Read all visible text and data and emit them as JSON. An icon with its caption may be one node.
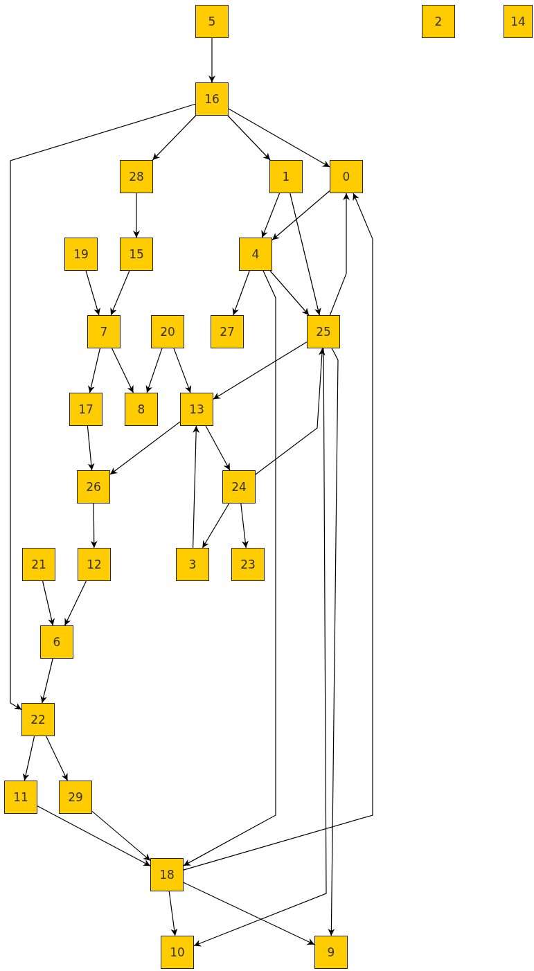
{
  "diagram": {
    "nodes": [
      {
        "text": [
          "5"
        ]
      },
      {
        "text": [
          "2"
        ]
      },
      {
        "text": [
          "14"
        ]
      },
      {
        "text": [
          "16"
        ]
      },
      {
        "text": [
          "28"
        ]
      },
      {
        "text": [
          "1"
        ]
      },
      {
        "text": [
          "0"
        ]
      },
      {
        "text": [
          "19"
        ]
      },
      {
        "text": [
          "15"
        ]
      },
      {
        "text": [
          "4"
        ]
      },
      {
        "text": [
          "7"
        ]
      },
      {
        "text": [
          "20"
        ]
      },
      {
        "text": [
          "27"
        ]
      },
      {
        "text": [
          "25"
        ]
      },
      {
        "text": [
          "17"
        ]
      },
      {
        "text": [
          "8"
        ]
      },
      {
        "text": [
          "13"
        ]
      },
      {
        "text": [
          "26"
        ]
      },
      {
        "text": [
          "24"
        ]
      },
      {
        "text": [
          "21"
        ]
      },
      {
        "text": [
          "12"
        ]
      },
      {
        "text": [
          "3"
        ]
      },
      {
        "text": [
          "23"
        ]
      },
      {
        "text": [
          "6"
        ]
      },
      {
        "text": [
          "22"
        ]
      },
      {
        "text": [
          "11"
        ]
      },
      {
        "text": [
          "29"
        ]
      },
      {
        "text": [
          "18"
        ]
      },
      {
        "text": [
          "10"
        ]
      },
      {
        "text": [
          "9"
        ]
      }
    ],
    "edges": [
      {
        "from": 0,
        "to": 3,
        "arrow": "to"
      },
      {
        "from": 3,
        "to": 24,
        "arrow": "to"
      },
      {
        "from": 3,
        "to": 4,
        "arrow": "to"
      },
      {
        "from": 3,
        "to": 5,
        "arrow": "to"
      },
      {
        "from": 3,
        "to": 6,
        "arrow": "to"
      },
      {
        "from": 4,
        "to": 8,
        "arrow": "to"
      },
      {
        "from": 5,
        "to": 9,
        "arrow": "to"
      },
      {
        "from": 5,
        "to": 13,
        "arrow": "to"
      },
      {
        "from": 6,
        "to": 9,
        "arrow": "to"
      },
      {
        "from": 9,
        "to": 12,
        "arrow": "to"
      },
      {
        "from": 9,
        "to": 13,
        "arrow": "to"
      },
      {
        "from": 9,
        "to": 27,
        "arrow": "to"
      },
      {
        "from": 13,
        "to": 6,
        "arrow": "to"
      },
      {
        "from": 13,
        "to": 16,
        "arrow": "to"
      },
      {
        "from": 13,
        "to": 28,
        "arrow": "to"
      },
      {
        "from": 13,
        "to": 29,
        "arrow": "to"
      },
      {
        "from": 7,
        "to": 10,
        "arrow": "to"
      },
      {
        "from": 8,
        "to": 10,
        "arrow": "to"
      },
      {
        "from": 10,
        "to": 14,
        "arrow": "to"
      },
      {
        "from": 10,
        "to": 15,
        "arrow": "to"
      },
      {
        "from": 11,
        "to": 15,
        "arrow": "to"
      },
      {
        "from": 11,
        "to": 16,
        "arrow": "to"
      },
      {
        "from": 16,
        "to": 17,
        "arrow": "to"
      },
      {
        "from": 16,
        "to": 18,
        "arrow": "to"
      },
      {
        "from": 18,
        "to": 13,
        "arrow": "to"
      },
      {
        "from": 18,
        "to": 21,
        "arrow": "to"
      },
      {
        "from": 18,
        "to": 22,
        "arrow": "to"
      },
      {
        "from": 21,
        "to": 16,
        "arrow": "to"
      },
      {
        "from": 14,
        "to": 17,
        "arrow": "to"
      },
      {
        "from": 17,
        "to": 20,
        "arrow": "to"
      },
      {
        "from": 20,
        "to": 23,
        "arrow": "to"
      },
      {
        "from": 19,
        "to": 23,
        "arrow": "to"
      },
      {
        "from": 23,
        "to": 24,
        "arrow": "to"
      },
      {
        "from": 24,
        "to": 25,
        "arrow": "to"
      },
      {
        "from": 24,
        "to": 26,
        "arrow": "to"
      },
      {
        "from": 25,
        "to": 27,
        "arrow": "to"
      },
      {
        "from": 26,
        "to": 27,
        "arrow": "to"
      },
      {
        "from": 27,
        "to": 6,
        "arrow": "to"
      },
      {
        "from": 27,
        "to": 28,
        "arrow": "to"
      },
      {
        "from": 27,
        "to": 29,
        "arrow": "to"
      }
    ]
  }
}
